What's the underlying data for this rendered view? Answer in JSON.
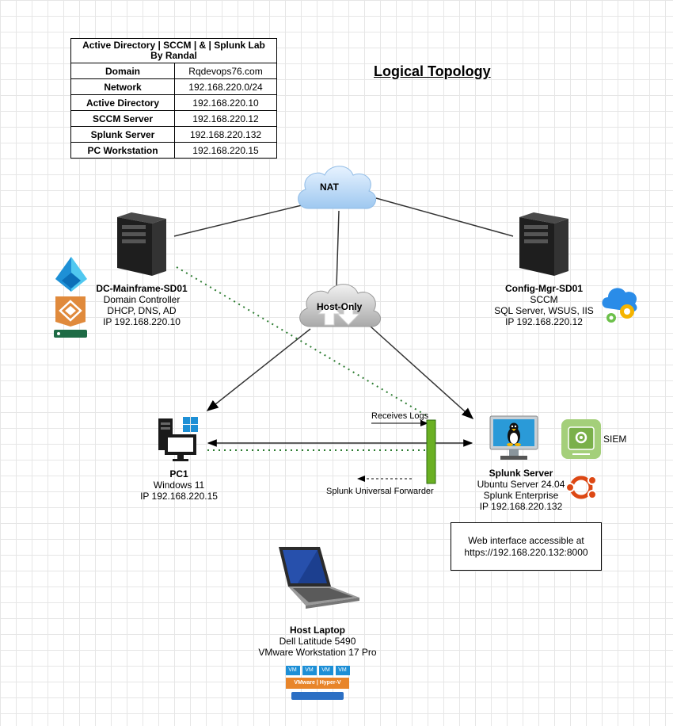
{
  "info_table": {
    "header_line1": "Active Directory | SCCM | & | Splunk Lab",
    "header_line2": "By Randal",
    "rows": [
      {
        "key": "Domain",
        "value": "Rqdevops76.com"
      },
      {
        "key": "Network",
        "value": "192.168.220.0/24"
      },
      {
        "key": "Active Directory",
        "value": "192.168.220.10"
      },
      {
        "key": "SCCM Server",
        "value": "192.168.220.12"
      },
      {
        "key": "Splunk Server",
        "value": "192.168.220.132"
      },
      {
        "key": "PC Workstation",
        "value": "192.168.220.15"
      }
    ]
  },
  "title": "Logical Topology",
  "nat": {
    "label": "NAT"
  },
  "host_only": {
    "label": "Host-Only"
  },
  "dc": {
    "name": "DC-Mainframe-SD01",
    "line1": "Domain Controller",
    "line2": "DHCP, DNS, AD",
    "line3": "IP 192.168.220.10"
  },
  "config_mgr": {
    "name": "Config-Mgr-SD01",
    "line1": "SCCM",
    "line2": "SQL Server, WSUS, IIS",
    "line3": "IP 192.168.220.12"
  },
  "pc1": {
    "name": "PC1",
    "line1": "Windows 11",
    "line2": "IP 192.168.220.15"
  },
  "splunk": {
    "name": "Splunk Server",
    "line1": "Ubuntu Server 24.04",
    "line2": "Splunk Enterprise",
    "line3": "IP 192.168.220.132",
    "siem_label": "SIEM"
  },
  "receives_logs": "Receives Logs",
  "forwarder": "Splunk Universal Forwarder",
  "web_box": {
    "line1": "Web interface accessible at",
    "line2": "https://192.168.220.132:8000"
  },
  "host_laptop": {
    "name": "Host Laptop",
    "line1": "Dell Latitude 5490",
    "line2": "VMware Workstation 17 Pro"
  },
  "hypervisor_icon": {
    "vm_text": "VM",
    "brand_text": "VMware | Hyper-V"
  },
  "colors": {
    "line": "#333333",
    "dotted": "#2e7d32",
    "forwarder_bar": "#6ab023",
    "cloud": "#bcd9f5"
  }
}
